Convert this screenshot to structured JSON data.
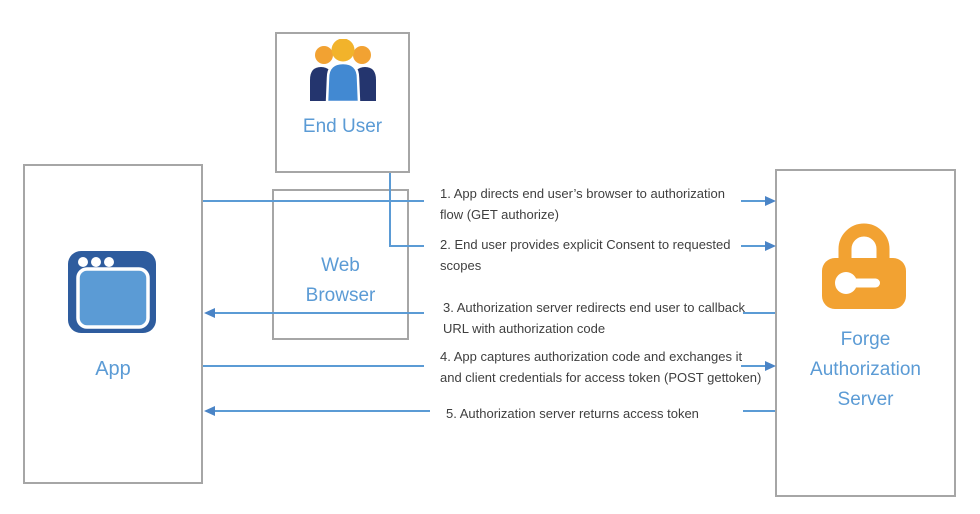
{
  "nodes": {
    "end_user": {
      "label": "End User",
      "icon": "people-group-icon"
    },
    "web_browser": {
      "lines": [
        "Web",
        "Browser"
      ]
    },
    "app": {
      "label": "App",
      "icon": "browser-window-icon"
    },
    "forge": {
      "lines": [
        "Forge",
        "Authorization",
        "Server"
      ],
      "icon": "padlock-icon"
    }
  },
  "steps": [
    {
      "line1": "1. App directs end user’s browser to authorization",
      "line2": "flow (GET authorize)",
      "direction": "right"
    },
    {
      "line1": "2. End user provides explicit Consent to requested",
      "line2": "scopes",
      "direction": "right"
    },
    {
      "line1": "3. Authorization server redirects end user to callback",
      "line2": "URL with authorization code",
      "direction": "left"
    },
    {
      "line1": "4. App captures authorization code and exchanges it",
      "line2": "and client credentials for access token (POST gettoken)",
      "direction": "right"
    },
    {
      "line1": "5. Authorization server returns access token",
      "direction": "left"
    }
  ],
  "colors": {
    "accent_blue": "#5B9BD5",
    "arrow_head": "#4A84C6",
    "border_gray": "#A6A6A6",
    "text_dark": "#3F3F3F",
    "icon_dark_blue": "#2E5C9E",
    "icon_mid_blue": "#5B9BD5",
    "body_blue": "#4289D2",
    "dark_navy": "#24356E",
    "orange": "#F2A232",
    "yellow": "#F2B32B"
  }
}
